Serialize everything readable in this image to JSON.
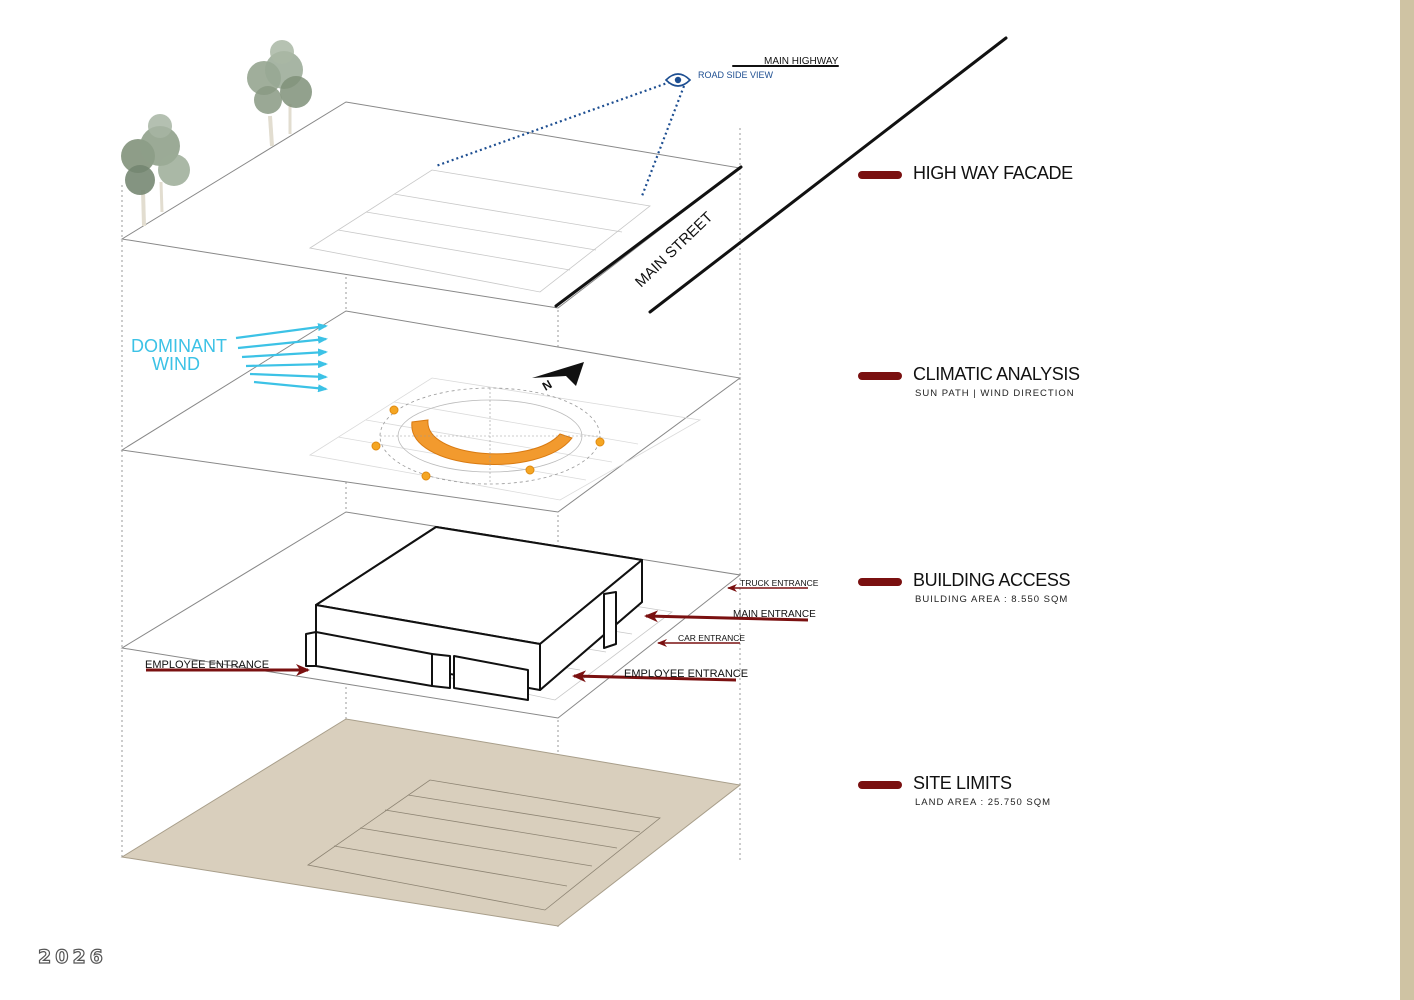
{
  "labels": {
    "main_highway": "MAIN  HIGHWAY",
    "road_side_view": "ROAD SIDE VIEW",
    "main_street": "MAIN  STREET",
    "dominant_wind_line1": "DOMINANT",
    "dominant_wind_line2": "WIND",
    "north": "N",
    "truck_entrance": "TRUCK ENTRANCE",
    "main_entrance": "MAIN ENTRANCE",
    "car_entrance": "CAR  ENTRANCE",
    "employee_entrance_left": "EMPLOYEE ENTRANCE",
    "employee_entrance_right": "EMPLOYEE ENTRANCE"
  },
  "legend": [
    {
      "title": "HIGH WAY FACADE",
      "subtitle": ""
    },
    {
      "title": "CLIMATIC ANALYSIS",
      "subtitle": "SUN PATH | WIND DIRECTION"
    },
    {
      "title": "BUILDING  ACCESS",
      "subtitle": "BUILDING AREA : 8.550 SQM"
    },
    {
      "title": "SITE LIMITS",
      "subtitle": "LAND AREA : 25.750 SQM"
    }
  ],
  "year": "2026",
  "colors": {
    "accent_red": "#7a1010",
    "wind_blue": "#3cc2e6",
    "view_blue": "#1d4e91",
    "sun_orange": "#f29a2e",
    "site_fill": "#d9cfbd",
    "side_strip": "#cfc3a3"
  },
  "icons": [
    "eye-icon",
    "north-arrow-icon",
    "sun-icon",
    "tree-icon",
    "arrow-icon"
  ]
}
